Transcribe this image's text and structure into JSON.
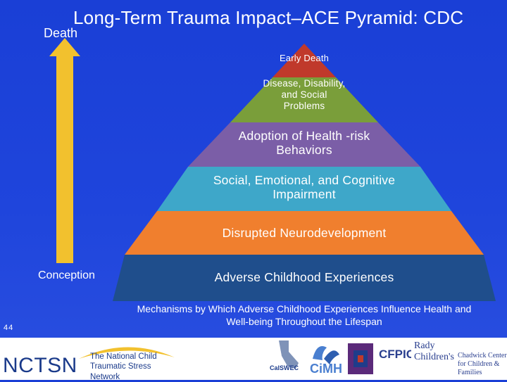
{
  "title": "Long-Term Trauma Impact–ACE Pyramid: CDC",
  "axis": {
    "top_label": "Death",
    "bottom_label": "Conception"
  },
  "pyramid": {
    "layers": [
      {
        "label": "Early Death",
        "color": "#c0392b"
      },
      {
        "label": "Disease, Disability, and Social Problems",
        "color": "#7a9e3a"
      },
      {
        "label": "Adoption of Health -risk Behaviors",
        "color": "#7b5ea7"
      },
      {
        "label": "Social, Emotional, and Cognitive Impairment",
        "color": "#3ea7c9"
      },
      {
        "label": "Disrupted Neurodevelopment",
        "color": "#f07f2e"
      },
      {
        "label": "Adverse Childhood Experiences",
        "color": "#1f4e8c"
      }
    ]
  },
  "caption": "Mechanisms by Which Adverse Childhood Experiences Influence Health and Well-being Throughout the Lifespan",
  "page_number": "44",
  "footer": {
    "nctsn": {
      "name": "NCTSN",
      "subtitle": "The National Child Traumatic Stress Network"
    },
    "logos": [
      "CalSWEC",
      "CiMH",
      "CFPIC",
      "Rady Children's",
      "Chadwick Center for Children & Families"
    ]
  },
  "colors": {
    "background": "#1f45dc",
    "arrow": "#f2c12e"
  }
}
